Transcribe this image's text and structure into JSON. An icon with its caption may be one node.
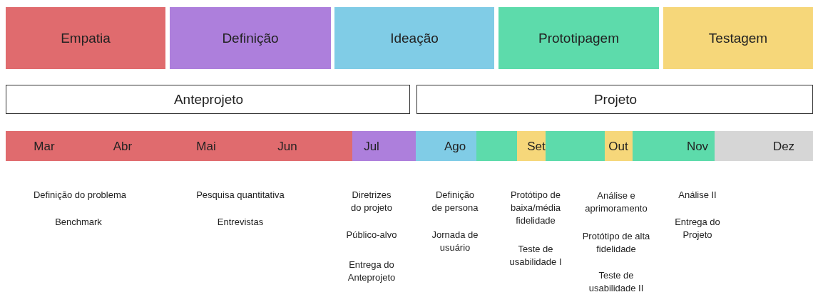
{
  "diagram": {
    "nodes": [
      {
        "text": [
          "Empatia"
        ]
      },
      {
        "text": [
          "Definição"
        ]
      },
      {
        "text": [
          "Ideação"
        ]
      },
      {
        "text": [
          "Prototipagem"
        ]
      },
      {
        "text": [
          "Testagem"
        ]
      },
      {
        "text": [
          "Anteprojeto"
        ]
      },
      {
        "text": [
          "Projeto"
        ]
      },
      {
        "text": [
          "Mar",
          "Abr",
          "Mai",
          "Jun"
        ]
      },
      {
        "text": [
          "Jul"
        ]
      },
      {
        "text": [
          "Ago"
        ]
      },
      {
        "text": [],
        "shape": "bar"
      },
      {
        "text": [
          "Set"
        ]
      },
      {
        "text": [],
        "shape": "bar"
      },
      {
        "text": [
          "Out"
        ]
      },
      {
        "text": [
          "Nov"
        ]
      },
      {
        "text": [
          "Dez"
        ]
      }
    ],
    "edges": [],
    "labels": [
      "Definição do problema",
      "Benchmark",
      "Pesquisa quantitativa",
      "Entrevistas",
      "Diretrizes do projeto",
      "Público-alvo",
      "Entrega do Anteprojeto",
      "Definição de persona",
      "Jornada de usuário",
      "Protótipo de baixa/média fidelidade",
      "Teste de usabilidade I",
      "Análise e aprimoramento",
      "Protótipo de alta fidelidade",
      "Teste de usabilidade II",
      "Análise II",
      "Entrega do Projeto"
    ]
  }
}
